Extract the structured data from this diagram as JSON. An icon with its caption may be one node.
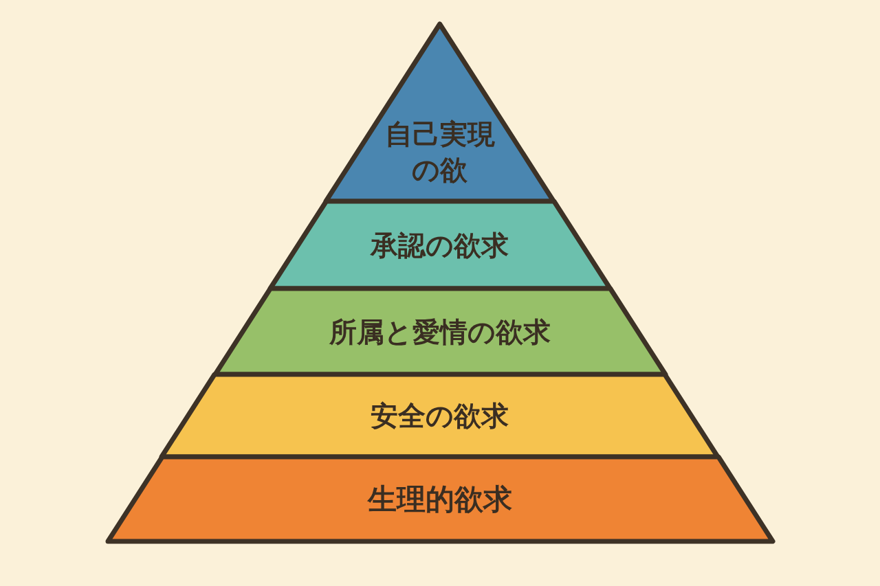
{
  "diagram": {
    "nodes": [
      {
        "text": [
          "自己実現の欲"
        ]
      },
      {
        "text": [
          "承認の欲求"
        ]
      },
      {
        "text": [
          "所属と愛情の欲求"
        ]
      },
      {
        "text": [
          "安全の欲求"
        ]
      },
      {
        "text": [
          "生理的欲求"
        ]
      }
    ],
    "edges": []
  }
}
